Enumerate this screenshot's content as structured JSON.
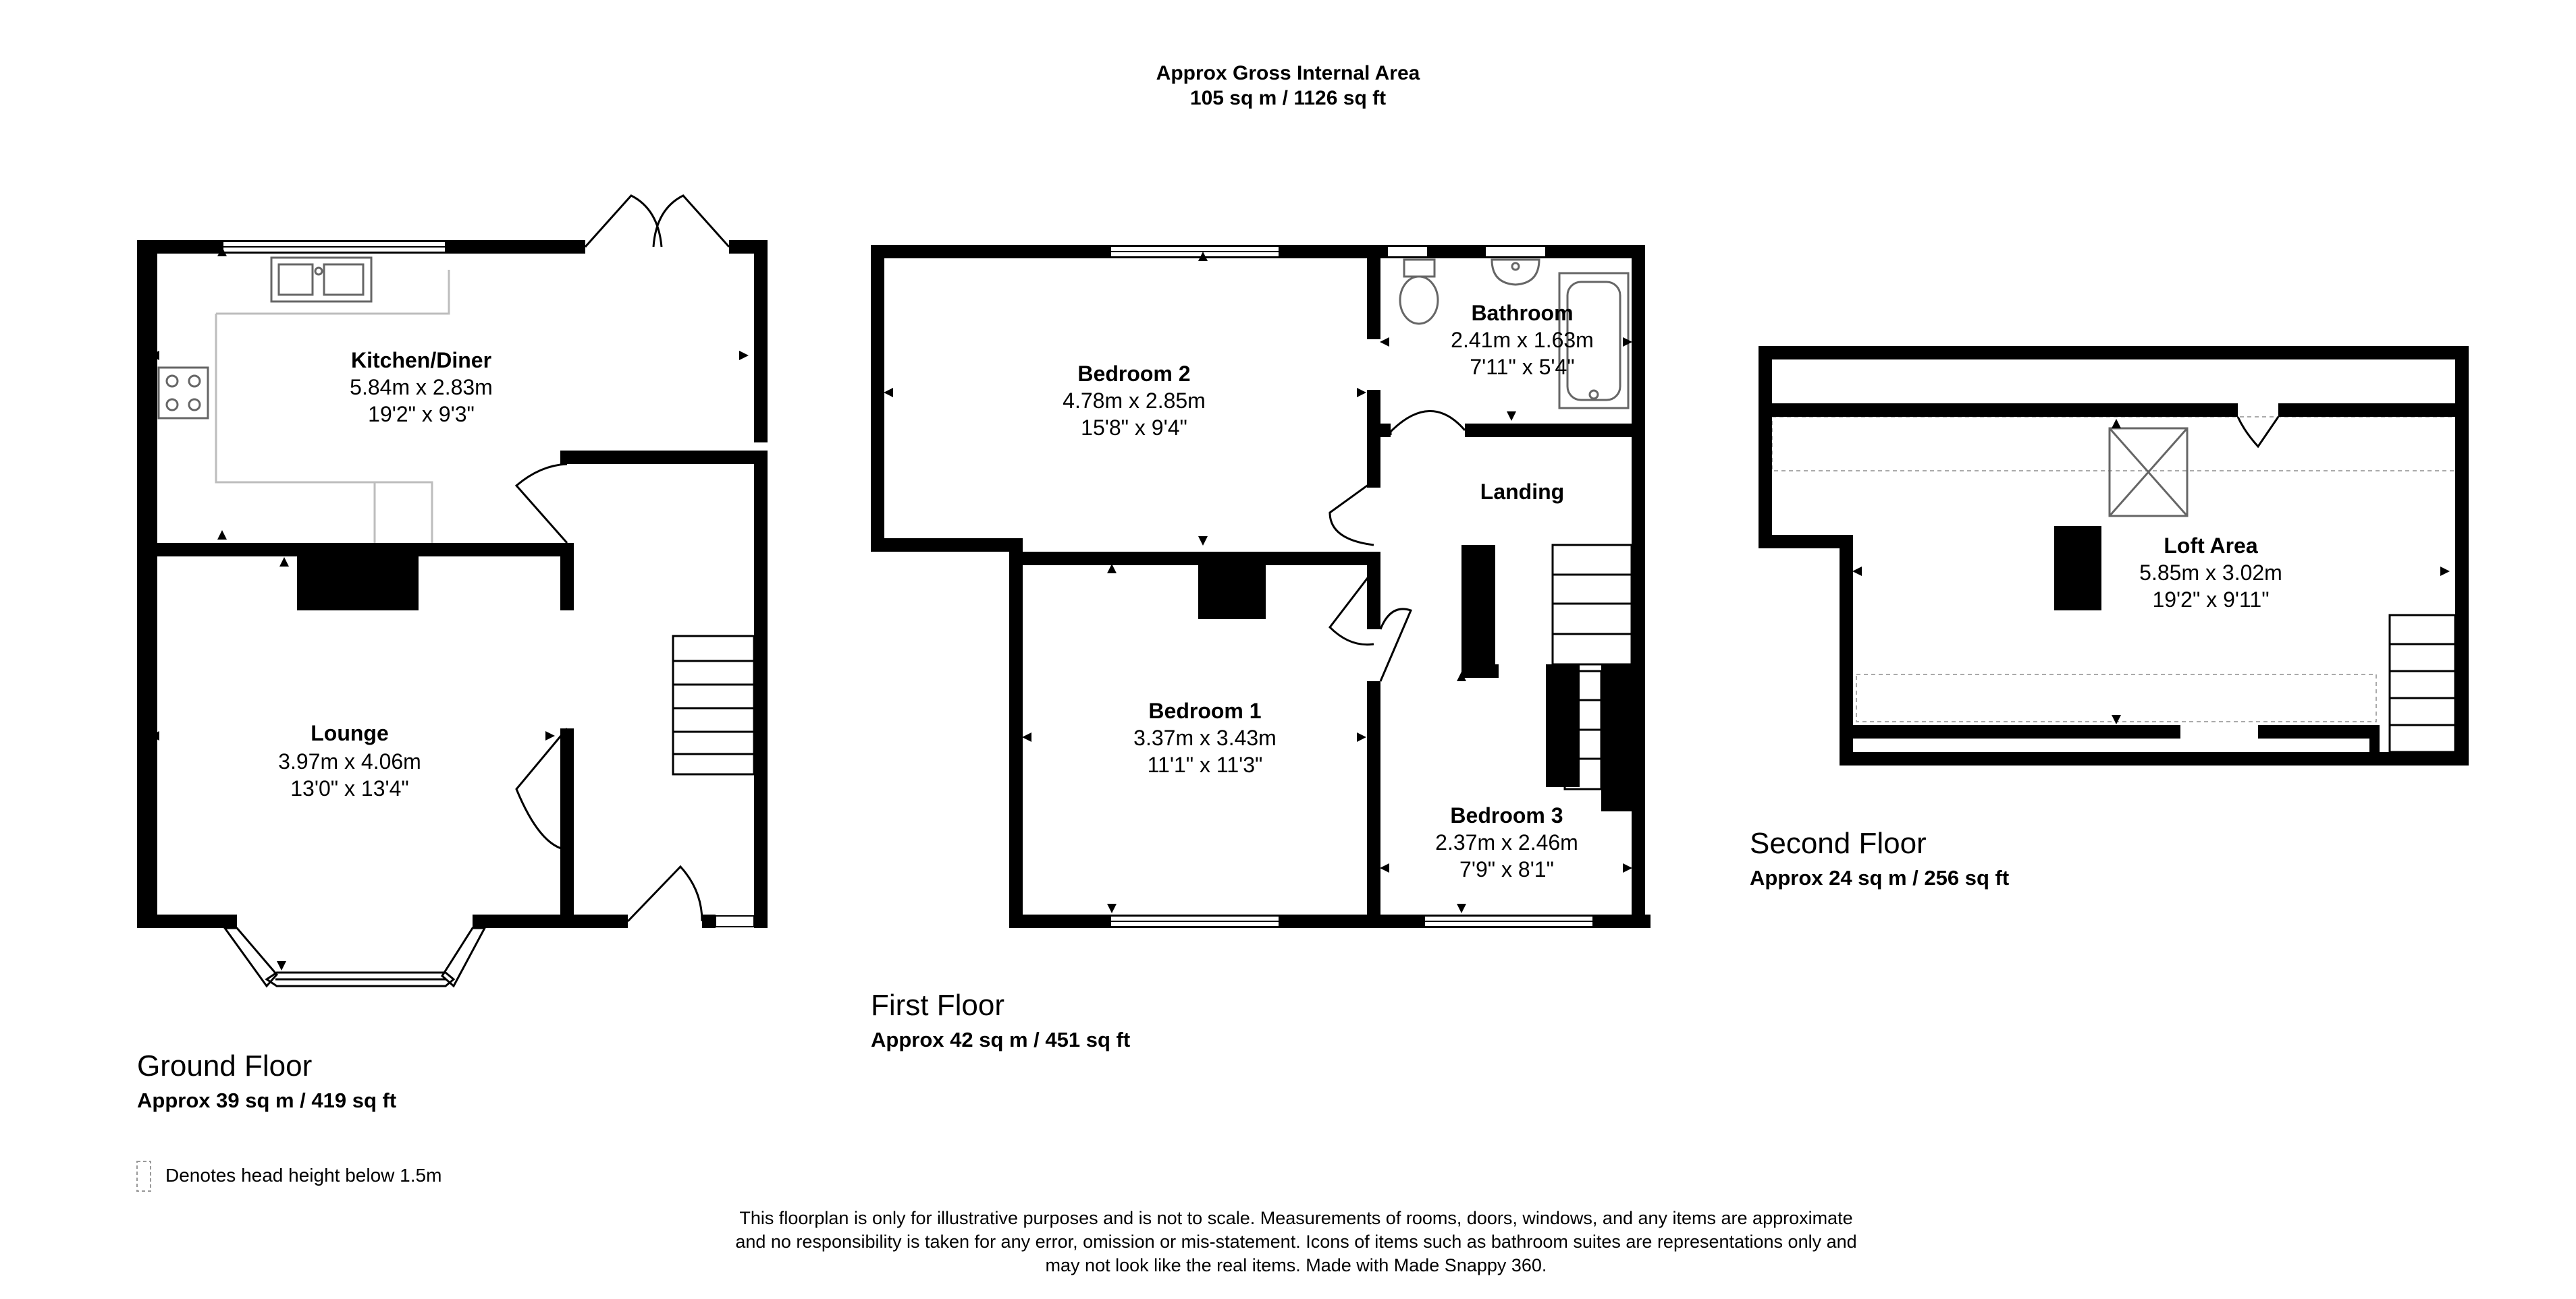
{
  "header": {
    "title": "Approx Gross Internal Area",
    "area": "105 sq m / 1126 sq ft"
  },
  "floors": {
    "ground": {
      "label": "Ground Floor",
      "area": "Approx 39 sq m / 419 sq ft"
    },
    "first": {
      "label": "First Floor",
      "area": "Approx 42 sq m / 451 sq ft"
    },
    "second": {
      "label": "Second Floor",
      "area": "Approx 24 sq m / 256 sq ft"
    }
  },
  "rooms": {
    "kitchen": {
      "name": "Kitchen/Diner",
      "metric": "5.84m x 2.83m",
      "imperial": "19'2\" x 9'3\""
    },
    "lounge": {
      "name": "Lounge",
      "metric": "3.97m x 4.06m",
      "imperial": "13'0\" x 13'4\""
    },
    "bedroom2": {
      "name": "Bedroom 2",
      "metric": "4.78m x 2.85m",
      "imperial": "15'8\" x 9'4\""
    },
    "bathroom": {
      "name": "Bathroom",
      "metric": "2.41m x 1.63m",
      "imperial": "7'11\" x 5'4\""
    },
    "landing": {
      "name": "Landing"
    },
    "bedroom1": {
      "name": "Bedroom 1",
      "metric": "3.37m x 3.43m",
      "imperial": "11'1\" x 11'3\""
    },
    "bedroom3": {
      "name": "Bedroom 3",
      "metric": "2.37m x 2.46m",
      "imperial": "7'9\" x 8'1\""
    },
    "loft": {
      "name": "Loft Area",
      "metric": "5.85m x 3.02m",
      "imperial": "19'2\" x 9'11\""
    }
  },
  "legend": {
    "text": "Denotes head height below 1.5m"
  },
  "disclaimer": {
    "line1": "This floorplan is only for illustrative purposes and is not to scale. Measurements of rooms, doors, windows, and any items are approximate",
    "line2": "and no responsibility is taken for any error, omission or mis-statement. Icons of items such as bathroom suites are representations only and",
    "line3": "may not look like the real items. Made with Made Snappy 360."
  }
}
